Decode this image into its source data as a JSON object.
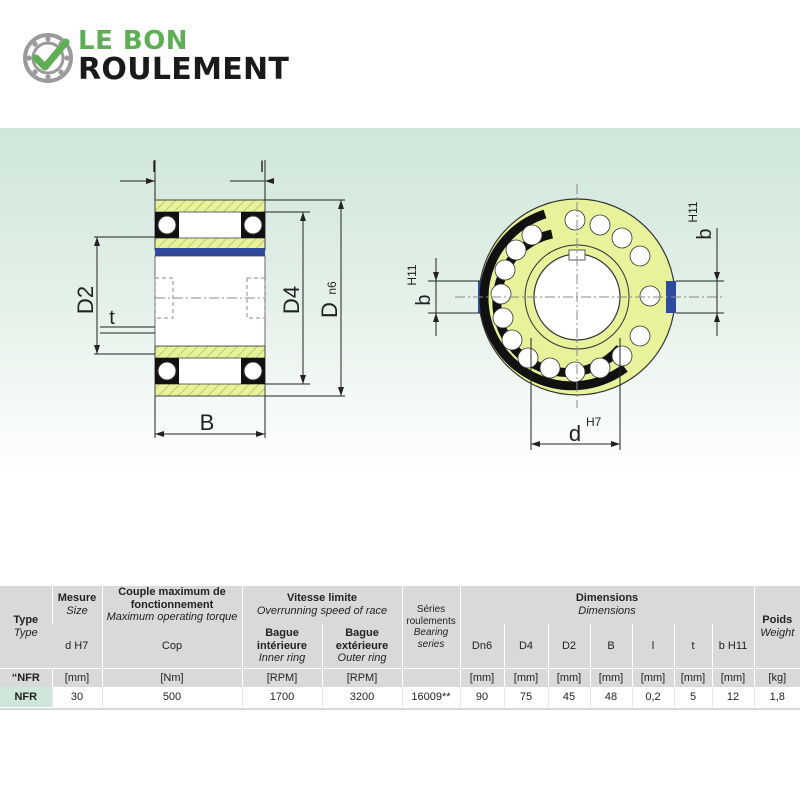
{
  "logo": {
    "line1": "LE BON",
    "line2": "ROULEMENT",
    "icon": "check-bearing-icon",
    "accent": "#5fae55"
  },
  "drawing": {
    "labels": {
      "l": "l",
      "D2": "D2",
      "D4": "D4",
      "D": "D",
      "n6": "n6",
      "t": "t",
      "B": "B",
      "b": "b",
      "H11": "H11",
      "d": "d",
      "H7": "H7"
    },
    "colors": {
      "ring": "#e8f29b",
      "blue": "#2e4a9e",
      "black": "#111111"
    }
  },
  "table": {
    "header": {
      "type": "Type",
      "type_en": "Type",
      "mesure": "Mesure",
      "size": "Size",
      "couple": "Couple maximum de fonctionnement",
      "couple_en": "Maximum operating torque",
      "vitesse": "Vitesse limite",
      "vitesse_en": "Overrunning speed of race",
      "series": "Séries roulements",
      "series_en": "Bearing series",
      "dimensions": "Dimensions",
      "dimensions_en": "Dimensions",
      "poids": "Poids",
      "poids_en": "Weight",
      "dh7": "d H7",
      "cop": "Cop",
      "bague_int": "Bague intérieure",
      "inner": "Inner ring",
      "bague_ext": "Bague extérieure",
      "outer": "Outer ring",
      "dn6": "Dn6",
      "d4": "D4",
      "d2": "D2",
      "b": "B",
      "l": "l",
      "t": "t",
      "bh11": "b H11"
    },
    "units_row": [
      "“NFR",
      "[mm]",
      "[Nm]",
      "[RPM]",
      "[RPM]",
      "",
      "[mm]",
      "[mm]",
      "[mm]",
      "[mm]",
      "[mm]",
      "[mm]",
      "[mm]",
      "[kg]"
    ],
    "data_row": [
      "NFR",
      "30",
      "500",
      "1700",
      "3200",
      "16009**",
      "90",
      "75",
      "45",
      "48",
      "0,2",
      "5",
      "12",
      "1,8"
    ]
  }
}
